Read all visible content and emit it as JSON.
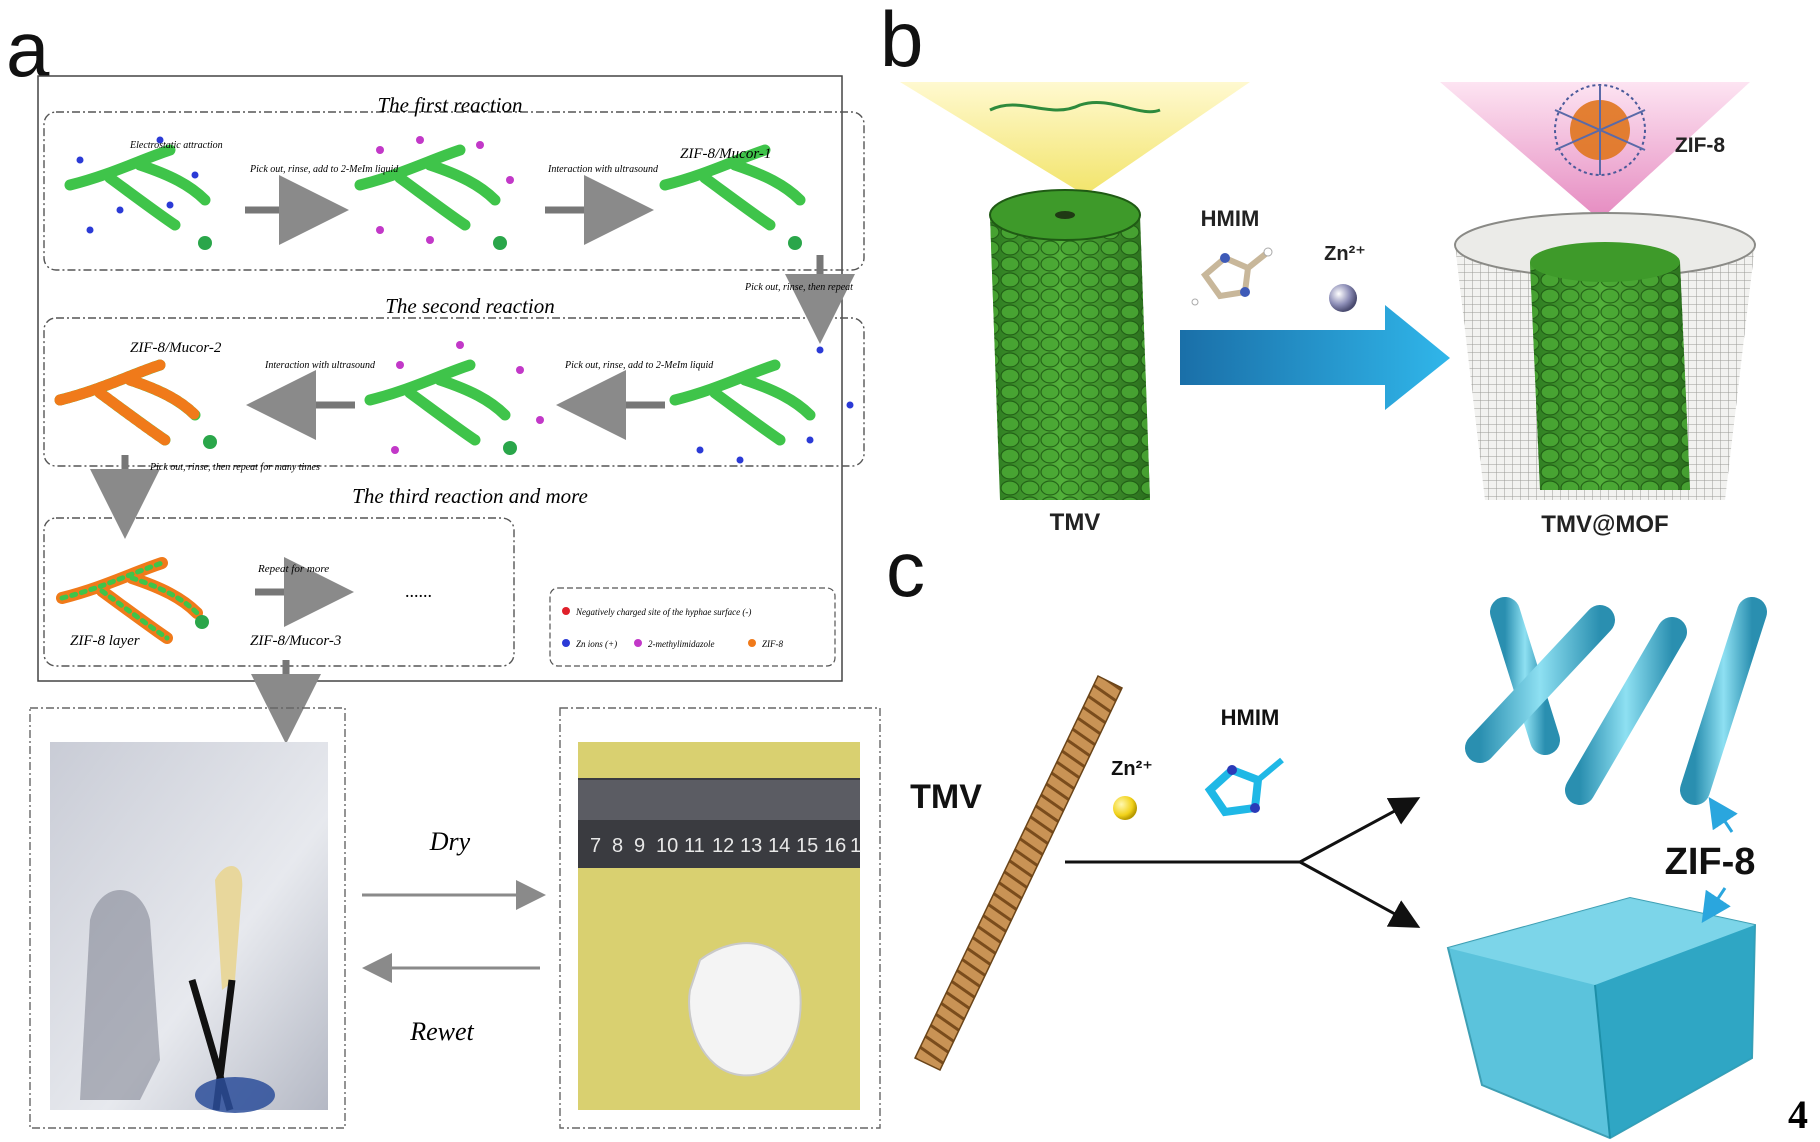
{
  "panels": {
    "a": {
      "letter": "a",
      "reaction1_title": "The first reaction",
      "reaction2_title": "The second reaction",
      "reaction3_title": "The third reaction and more",
      "electrostatic_label": "Electrostatic attraction",
      "step1_label": "Pick out, rinse, add to 2-MeIm liquid",
      "step2_label": "Interaction with ultrasound",
      "product1_label": "ZIF-8/Mucor-1",
      "step3_label": "Pick out, rinse, then repeat",
      "step4_label": "Pick out, rinse, add to 2-MeIm liquid",
      "step5_label": "Interaction with ultrasound",
      "product2_label": "ZIF-8/Mucor-2",
      "step6_label": "Pick out, rinse, then repeat for many times",
      "repeat_label": "Repeat for more",
      "ellipsis": "......",
      "product3_label": "ZIF-8/Mucor-3",
      "layer_label": "ZIF-8 layer",
      "legend": [
        {
          "label": "Negatively charged site of the hyphae surface (-)",
          "color": "#e0202a"
        },
        {
          "label": "Zn ions (+)",
          "color": "#2b3ad6"
        },
        {
          "label": "2-methylimidazole",
          "color": "#c238c8"
        },
        {
          "label": "ZIF-8",
          "color": "#f07a1a"
        }
      ],
      "dry_label": "Dry",
      "rewet_label": "Rewet",
      "ruler_numbers": [
        "7",
        "8",
        "9",
        "10",
        "11",
        "12",
        "13",
        "14",
        "15",
        "16",
        "1"
      ]
    },
    "b": {
      "letter": "b",
      "tmv_label": "TMV",
      "hmim_label": "HMIM",
      "zn_label": "Zn²⁺",
      "zif8_label": "ZIF-8",
      "product_label": "TMV@MOF"
    },
    "c": {
      "letter": "c",
      "tmv_label": "TMV",
      "zn_label": "Zn²⁺",
      "hmim_label": "HMIM",
      "zif8_label": "ZIF-8"
    }
  },
  "figure_number": "4",
  "colors": {
    "fiber_green": "#3fc44a",
    "tmv_green": "#3a9a2c",
    "arrow_blue": "#1f8fd0",
    "crystal_cyan": "#3fb9d6",
    "zinc_yellow": "#f2d21a",
    "rope_brown": "#b07a3c"
  }
}
